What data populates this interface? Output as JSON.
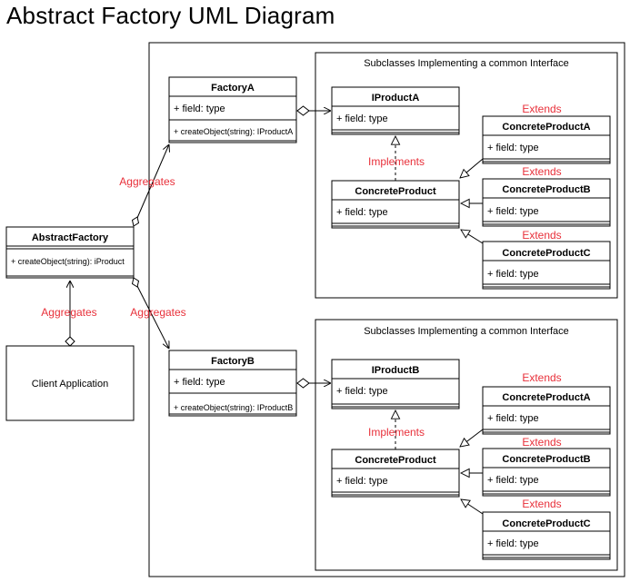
{
  "title": "Abstract Factory UML Diagram",
  "abstract_factory": {
    "name": "AbstractFactory",
    "method": "+ createObject(string): iProduct"
  },
  "client": {
    "label": "Client Application"
  },
  "factory_a": {
    "name": "FactoryA",
    "field": "+ field: type",
    "method": "+ createObject(string): IProductA"
  },
  "factory_b": {
    "name": "FactoryB",
    "field": "+ field: type",
    "method": "+ createObject(string): IProductB"
  },
  "group_a": {
    "label": "Subclasses Implementing a common Interface",
    "interface": {
      "name": "IProductA",
      "field": "+ field: type"
    },
    "concrete": {
      "name": "ConcreteProduct",
      "field": "+ field: type"
    },
    "subclasses": [
      {
        "name": "ConcreteProductA",
        "field": "+ field: type"
      },
      {
        "name": "ConcreteProductB",
        "field": "+ field: type"
      },
      {
        "name": "ConcreteProductC",
        "field": "+ field: type"
      }
    ]
  },
  "group_b": {
    "label": "Subclasses Implementing a common Interface",
    "interface": {
      "name": "IProductB",
      "field": "+ field: type"
    },
    "concrete": {
      "name": "ConcreteProduct",
      "field": "+ field: type"
    },
    "subclasses": [
      {
        "name": "ConcreteProductA",
        "field": "+ field: type"
      },
      {
        "name": "ConcreteProductB",
        "field": "+ field: type"
      },
      {
        "name": "ConcreteProductC",
        "field": "+ field: type"
      }
    ]
  },
  "labels": {
    "aggregates": "Aggregates",
    "implements": "Implements",
    "extends": "Extends"
  },
  "colors": {
    "relation_label": "#e8303a",
    "line": "#000000",
    "background": "#ffffff"
  }
}
